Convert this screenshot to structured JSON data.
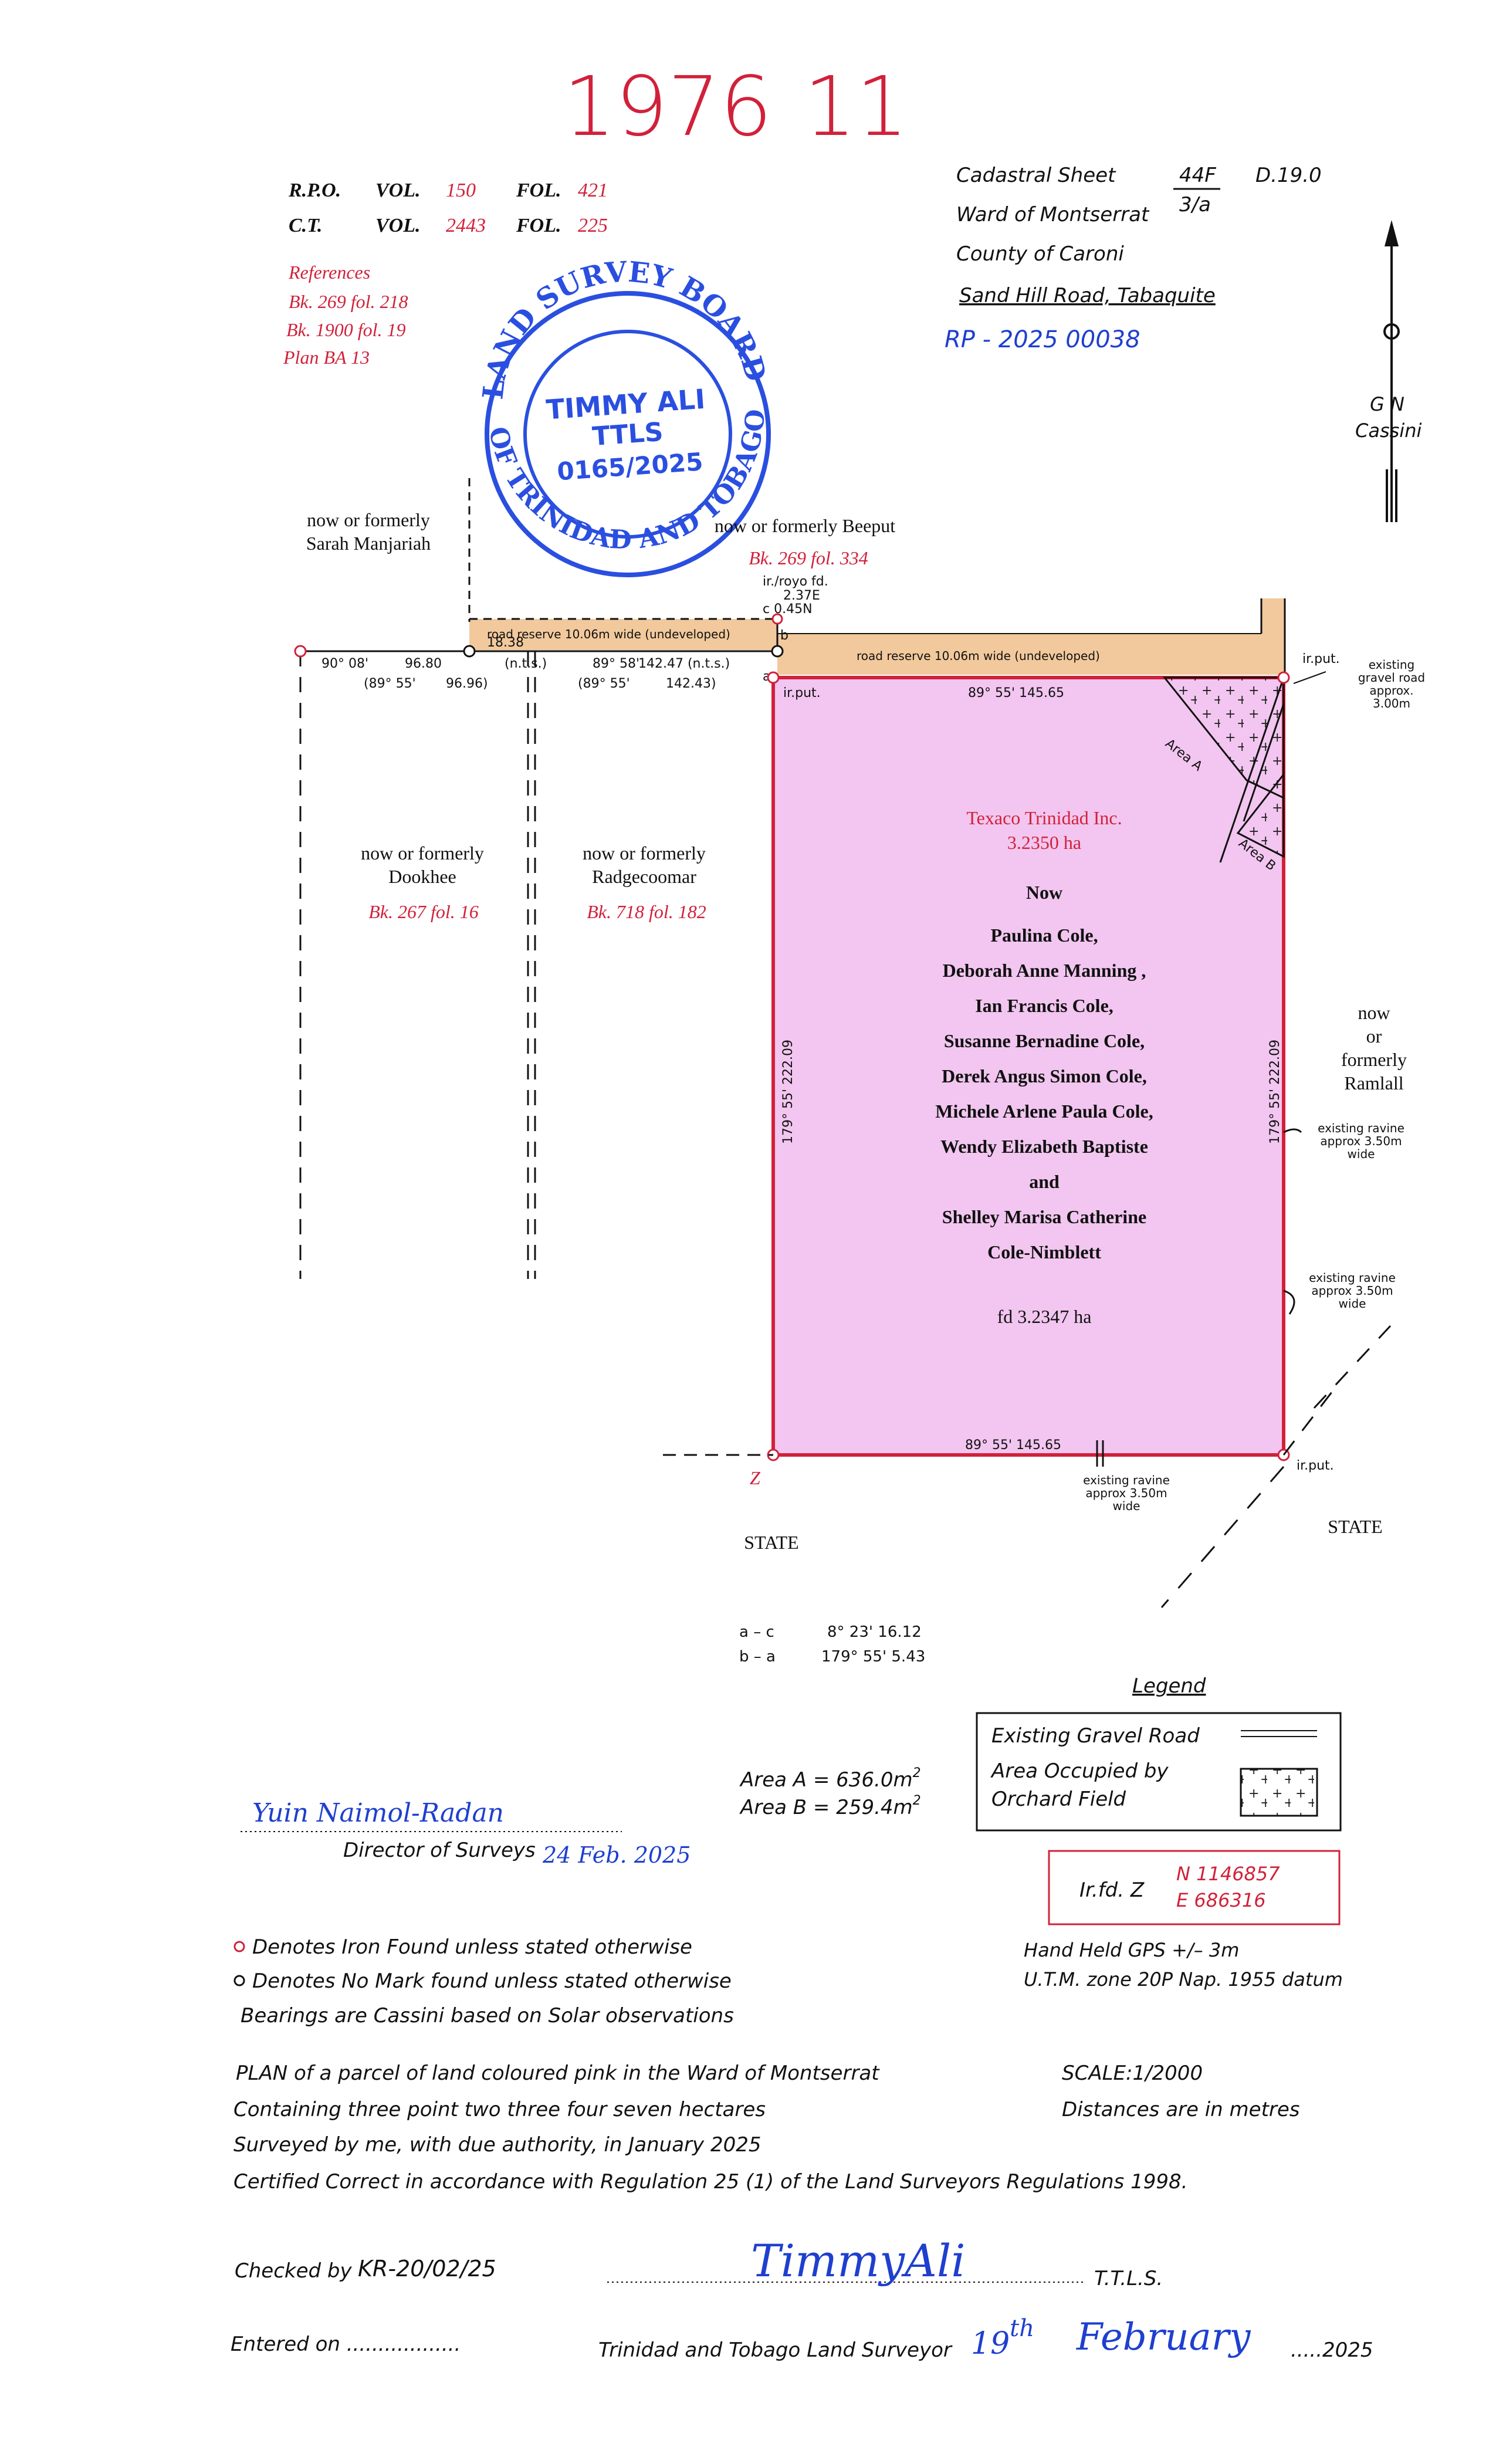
{
  "plan_number": {
    "left": "1976",
    "right": "11"
  },
  "registry": {
    "rpo": {
      "label": "R.P.O.",
      "vol_label": "VOL.",
      "vol": "150",
      "fol_label": "FOL.",
      "fol": "421"
    },
    "ct": {
      "label": "C.T.",
      "vol_label": "VOL.",
      "vol": "2443",
      "fol_label": "FOL.",
      "fol": "225"
    }
  },
  "references": {
    "title": "References",
    "items": [
      "Bk. 269  fol. 218",
      "Bk. 1900  fol. 19",
      "Plan BA 13"
    ]
  },
  "cadastral": {
    "sheet_label": "Cadastral Sheet",
    "sheet_no": "44F",
    "sheet_sub": "3/a",
    "sheet_ref": "D.19.0",
    "ward": "Ward of Montserrat",
    "county": "County of Caroni",
    "road": "Sand Hill Road, Tabaquite",
    "handwritten_ref": "RP - 2025 00038"
  },
  "north": {
    "line1": "G N",
    "line2": "Cassini"
  },
  "stamp": {
    "ring_top": "LAND SURVEY BOARD",
    "ring_bottom": "OF TRINIDAD AND TOBAGO",
    "name": "TIMMY ALI",
    "title": "TTLS",
    "number": "0165/2025"
  },
  "neighbours": {
    "manjariah": {
      "l1": "now or formerly",
      "l2": "Sarah Manjariah"
    },
    "beeput": {
      "l1": "now or formerly Beeput",
      "ref": "Bk. 269 fol. 334"
    },
    "dookhee": {
      "l1": "now or formerly",
      "l2": "Dookhee",
      "ref": "Bk. 267 fol. 16"
    },
    "radgecoomar": {
      "l1": "now or formerly",
      "l2": "Radgecoomar",
      "ref": "Bk. 718 fol. 182"
    },
    "ramlall": {
      "l1": "now",
      "l2": "or",
      "l3": "formerly",
      "l4": "Ramlall"
    },
    "state_left": "STATE",
    "state_right": "STATE"
  },
  "road_reserve": {
    "left": "road reserve 10.06m wide (undeveloped)",
    "right": "road reserve 10.06m wide (undeveloped)"
  },
  "dimensions": {
    "w1": "90° 08'",
    "w1d": "96.80",
    "w1c": "(89° 55'",
    "w1cd": "96.96)",
    "w2": "89° 58'",
    "w2d": "142.47 (n.t.s.)",
    "w2c": "(89° 55'",
    "w2cd": "142.43)",
    "nts": "(n.t.s.)",
    "d1838": "18.38",
    "iron_fd": "ir./royo fd.",
    "d237": "2.37E",
    "c_val": "c 0.45N",
    "pt_a": "a",
    "pt_b": "b",
    "top": "89° 55'  145.65",
    "bottom": "89° 55'  145.65",
    "left": "179° 55'  222.09",
    "right": "179° 55'  222.09",
    "irput": "ir.put.",
    "pt_z": "Z"
  },
  "parcel": {
    "owner_old": "Texaco Trinidad Inc.",
    "area_old": "3.2350 ha",
    "now": "Now",
    "owners": [
      "Paulina Cole,",
      "Deborah Anne Manning ,",
      "Ian Francis Cole,",
      "Susanne Bernadine Cole,",
      "Derek Angus Simon Cole,",
      "Michele Arlene Paula Cole,",
      "Wendy Elizabeth Baptiste",
      "and",
      "Shelley Marisa Catherine",
      "Cole-Nimblett"
    ],
    "area_fd": "fd 3.2347 ha",
    "area_a_label": "Area A",
    "area_b_label": "Area B"
  },
  "features": {
    "gravel_road": [
      "existing",
      "gravel road",
      "approx.",
      "3.00m"
    ],
    "ravine1": [
      "existing ravine",
      "approx 3.50m",
      "wide"
    ],
    "ravine2": [
      "existing ravine",
      "approx 3.50m",
      "wide"
    ],
    "ravine3": [
      "existing ravine",
      "approx 3.50m",
      "wide"
    ]
  },
  "traverse": {
    "r1a": "a – c",
    "r1b": "8° 23'  16.12",
    "r2a": "b – a",
    "r2b": "179° 55'  5.43"
  },
  "legend": {
    "title": "Legend",
    "gravel": "Existing Gravel Road",
    "orchard1": "Area Occupied by",
    "orchard2": "Orchard Field"
  },
  "areas": {
    "a": "Area A  =  636.0m",
    "b": "Area B  =  259.4m",
    "sup": "2"
  },
  "director": {
    "signature": "Yuin Naimol-Radan",
    "label": "Director of Surveys",
    "date": "24 Feb. 2025"
  },
  "coords": {
    "label": "Ir.fd. Z",
    "n": "N  1146857",
    "e": "E  686316"
  },
  "gps": {
    "l1": "Hand Held GPS +/– 3m",
    "l2": "U.T.M. zone 20P Nap. 1955 datum"
  },
  "notes": {
    "iron": "Denotes Iron Found unless stated otherwise",
    "nomark": "Denotes No Mark found unless stated otherwise",
    "bearings": "Bearings are Cassini based on Solar observations"
  },
  "statement": {
    "l1": "PLAN of a parcel of land coloured pink in the Ward of Montserrat",
    "l2": "Containing three point two three four seven hectares",
    "l3": "Surveyed by me, with due authority, in January 2025",
    "l4": "Certified Correct in accordance with Regulation 25 (1) of the Land Surveyors Regulations 1998.",
    "scale": "SCALE:1/2000",
    "dist": "Distances are in metres"
  },
  "footer": {
    "checked_label": "Checked by",
    "checked_value": "KR-20/02/25",
    "ttls": "T.T.L.S.",
    "surveyor_sig": "TimmyAli",
    "entered_label": "Entered on ..................",
    "surveyor_label": "Trinidad and Tobago Land Surveyor",
    "day": "19",
    "day_suffix": "th",
    "month": "February",
    "year": ".....2025"
  },
  "colors": {
    "parcel": "#f2c6f0",
    "road": "#f2c99c",
    "boundary": "#d1213a",
    "ink_red": "#d1213a",
    "ink_blue": "#1e3fcf"
  }
}
